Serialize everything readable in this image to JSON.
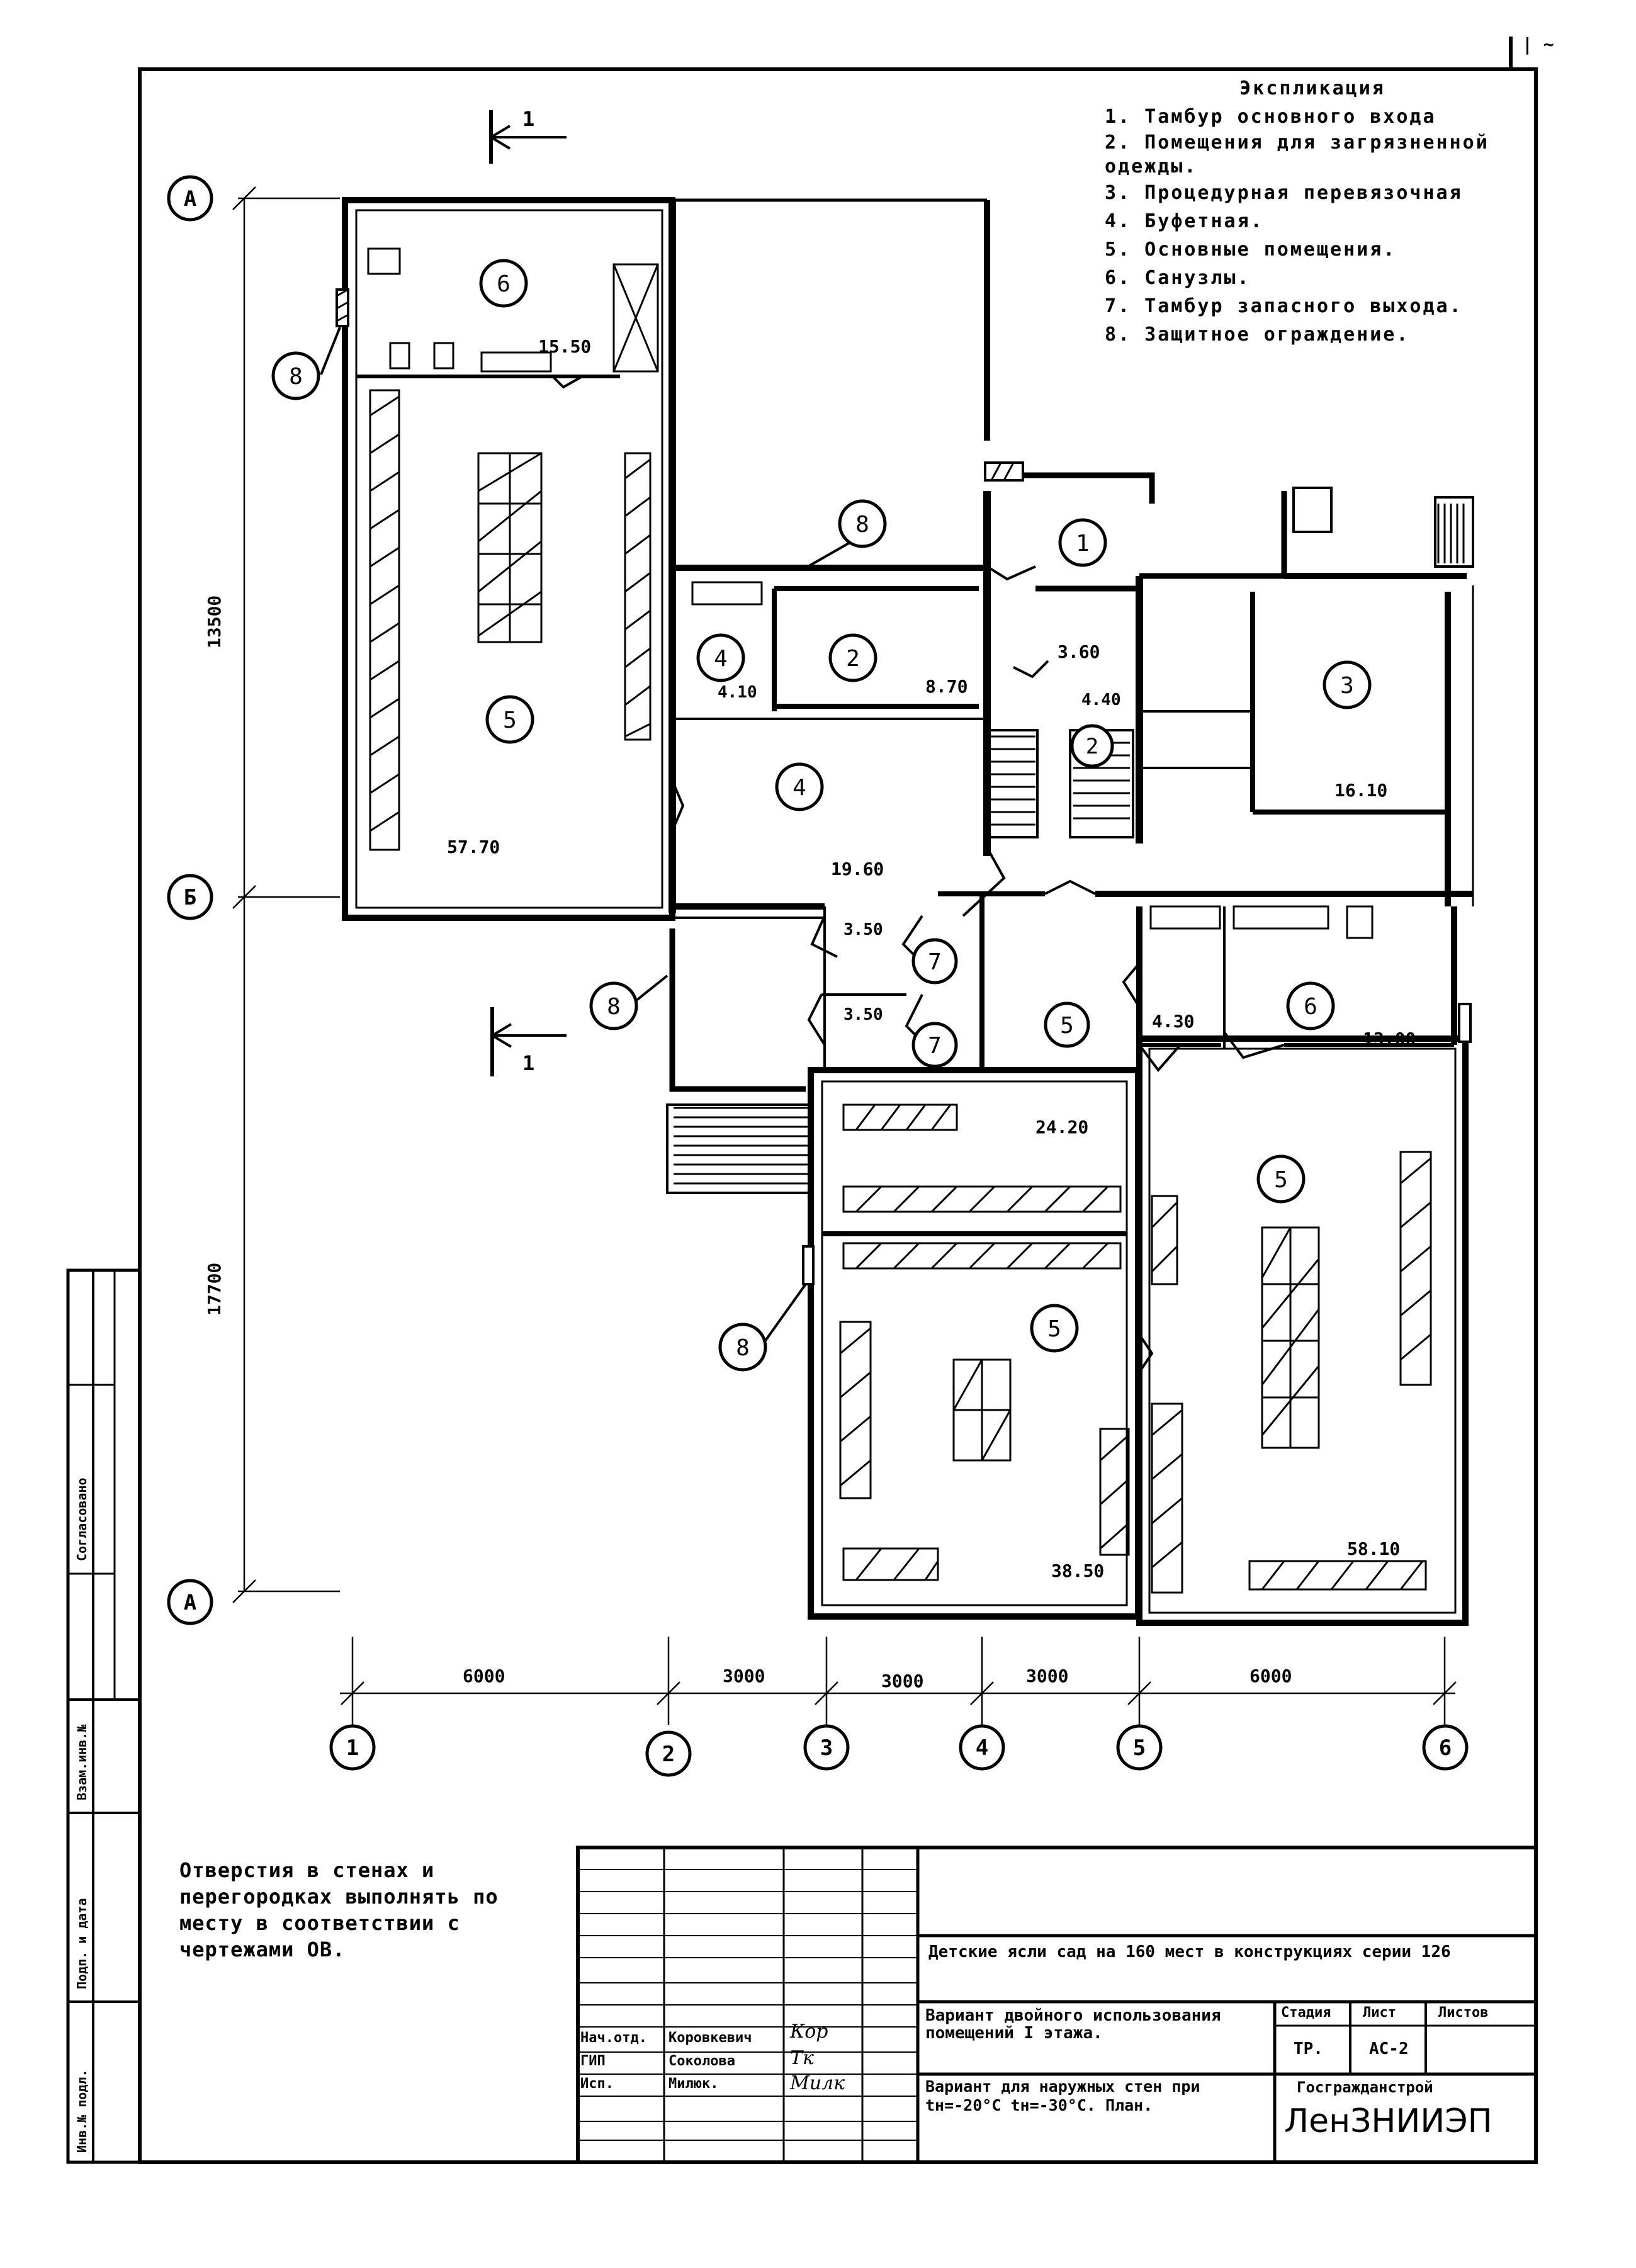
{
  "sheet_corner_mark": "| ~",
  "explication": {
    "title": "Экспликация",
    "items": [
      "1. Тамбур основного входа",
      "2. Помещения для загрязненной одежды.",
      "3. Процедурная перевязочная",
      "4. Буфетная.",
      "5. Основные помещения.",
      "6. Санузлы.",
      "7. Тамбур запасного выхода.",
      "8. Защитное ограждение."
    ]
  },
  "section_marks": [
    "1",
    "1"
  ],
  "axes": {
    "letters": [
      "А",
      "Б",
      "А"
    ],
    "numbers": [
      "1",
      "2",
      "3",
      "4",
      "5",
      "6"
    ]
  },
  "dimensions": {
    "vertical": [
      "13500",
      "17700"
    ],
    "horizontal": [
      "6000",
      "3000",
      "3000",
      "3000",
      "6000"
    ]
  },
  "rooms": [
    {
      "num": "6",
      "area": "15.50"
    },
    {
      "num": "5",
      "area": "57.70"
    },
    {
      "num": "4",
      "area": "4.10"
    },
    {
      "num": "2",
      "area": "8.70"
    },
    {
      "num": "4",
      "area": "19.60"
    },
    {
      "num": "1",
      "area": "3.60"
    },
    {
      "num": "2",
      "area": "4.40"
    },
    {
      "num": "3",
      "area": "16.10"
    },
    {
      "num": "7",
      "area": "3.50"
    },
    {
      "num": "7",
      "area": "3.50"
    },
    {
      "num": "5",
      "area": "24.20"
    },
    {
      "num": "5",
      "area": "4.30"
    },
    {
      "num": "6",
      "area": "13.00"
    },
    {
      "num": "5",
      "area": "38.50"
    },
    {
      "num": "5",
      "area": "58.10"
    }
  ],
  "fence_marks": [
    "8",
    "8",
    "8",
    "8"
  ],
  "note": "Отверстия в стенах и перегородках выполнять по месту в соответствии с чертежами ОВ.",
  "title_block": {
    "project": "Детские ясли сад на 160 мест в конструкциях серии 126",
    "sheet_title": "Вариант двойного использования помещений I этажа.",
    "sub_title": "Вариант для наружных стен при tн=-20°С tн=-30°С. План.",
    "stage_header": "Стадия",
    "sheet_header": "Лист",
    "sheets_header": "Листов",
    "stage": "ТР.",
    "sheet": "АС-2",
    "org_top": "Госгражданстрой",
    "org": "ЛенЗНИИЭП",
    "staff": [
      {
        "role": "Нач.отд.",
        "name": "Коровкевич"
      },
      {
        "role": "ГИП",
        "name": "Соколова"
      },
      {
        "role": "Исп.",
        "name": "Милюк."
      }
    ],
    "signatures": [
      "Кор",
      "Тк",
      "Милк"
    ]
  },
  "side_stamp": [
    "Инв.№ подл.",
    "Подп. и дата",
    "Взам.инв.№",
    "Согласовано"
  ]
}
